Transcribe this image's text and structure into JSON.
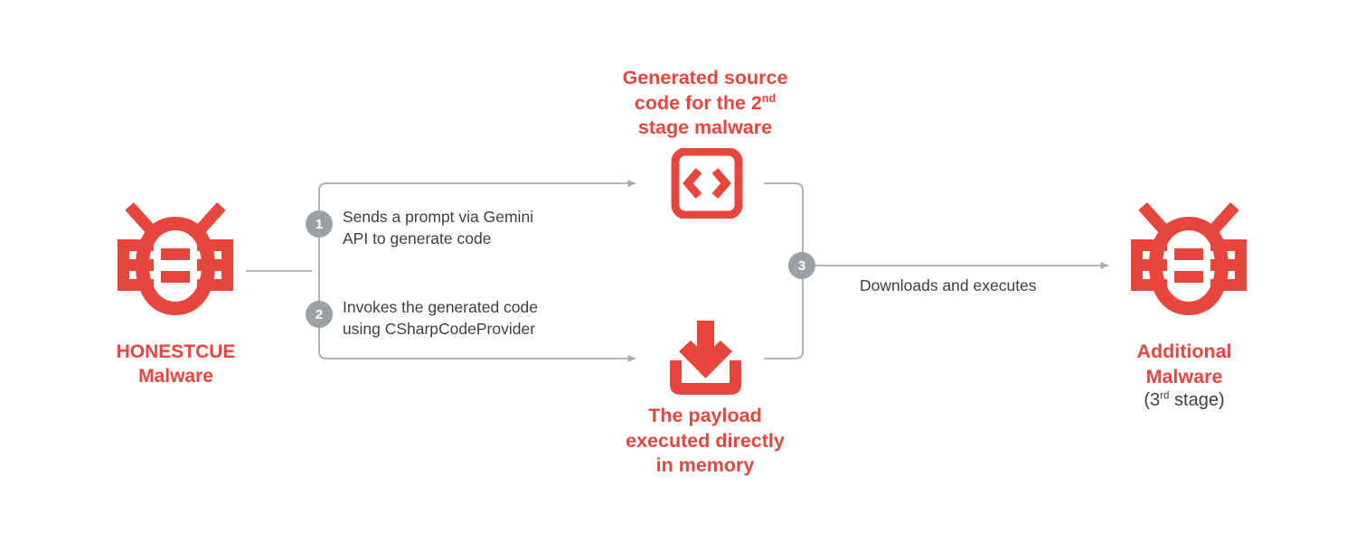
{
  "diagram": {
    "title": "HONESTCUE malware execution flow",
    "colors": {
      "accent_red": "#e8453c",
      "text_dark": "#3c4043",
      "badge_gray": "#9aa0a6",
      "connector_gray": "#a6abaf",
      "background": "#ffffff"
    }
  },
  "nodes": {
    "source": {
      "icon": "bug-icon",
      "label_line1": "HONESTCUE",
      "label_line2": "Malware"
    },
    "generated_code": {
      "icon": "code-brackets-icon",
      "label_line1": "Generated source",
      "label_line2_pre": "code for the 2",
      "label_line2_sup": "nd",
      "label_line3": "stage malware"
    },
    "payload": {
      "icon": "download-icon",
      "label_line1": "The payload",
      "label_line2": "executed directly",
      "label_line3": "in memory"
    },
    "target": {
      "icon": "bug-icon",
      "label_line1": "Additional",
      "label_line2": "Malware",
      "label_line3_pre": "(3",
      "label_line3_sup": "rd",
      "label_line3_post": " stage)"
    }
  },
  "steps": [
    {
      "number": "1",
      "text": "Sends a prompt via Gemini\nAPI to generate code"
    },
    {
      "number": "2",
      "text": "Invokes the generated code\nusing CSharpCodeProvider"
    },
    {
      "number": "3",
      "text": "Downloads and executes"
    }
  ]
}
